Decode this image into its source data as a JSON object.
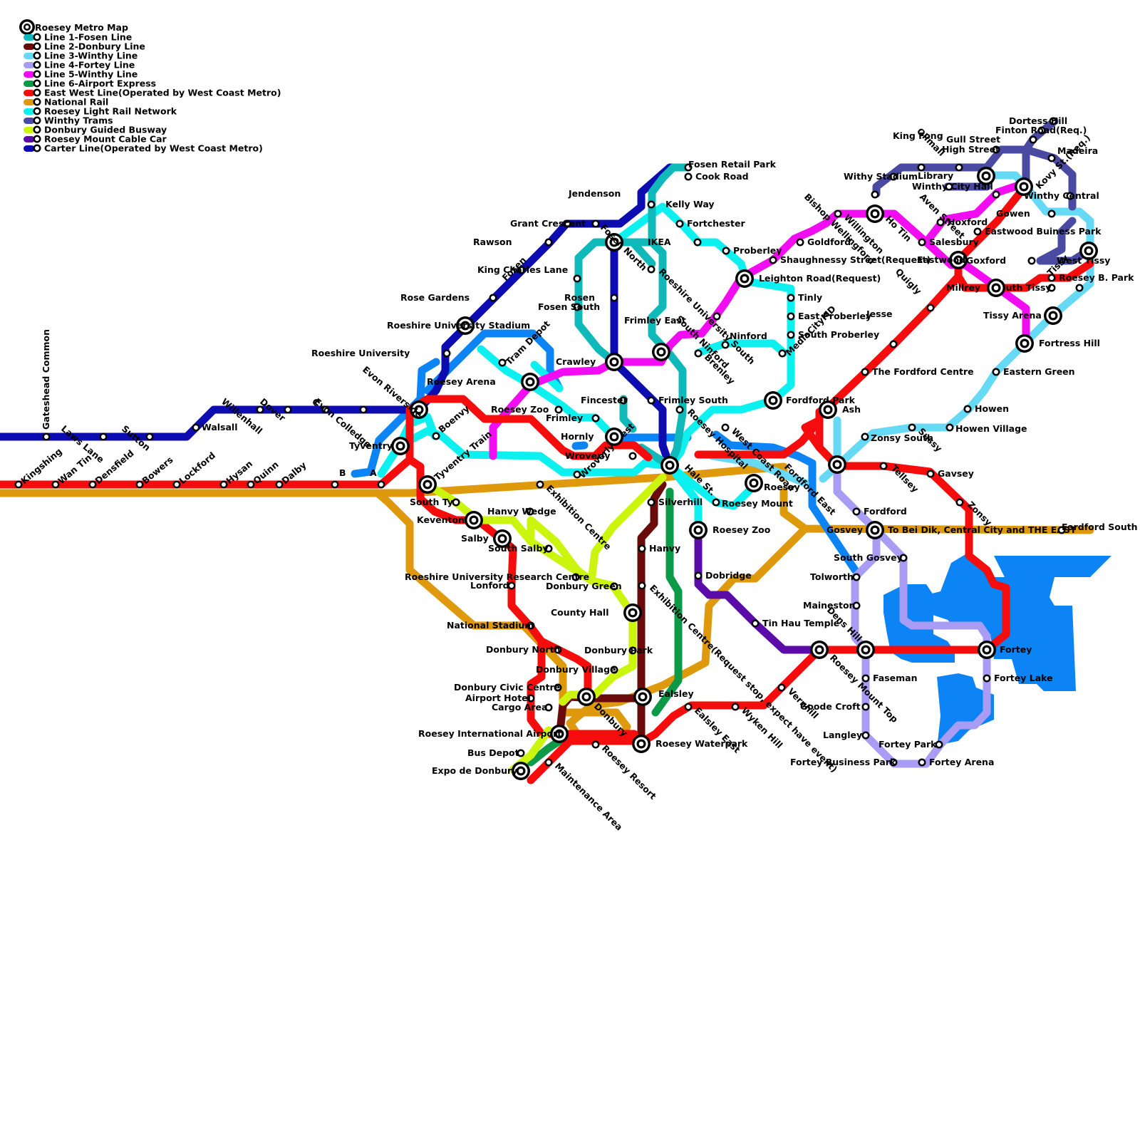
{
  "map": {
    "title": "Roesey Metro Map",
    "legend": [
      {
        "name": "Line 1-Fosen Line",
        "color": "#10b9b9"
      },
      {
        "name": "Line 2-Donbury Line",
        "color": "#6b0a0a"
      },
      {
        "name": "Line 3-Winthy Line",
        "color": "#66d9f5"
      },
      {
        "name": "Line 4-Fortey Line",
        "color": "#a99cf5"
      },
      {
        "name": "Line 5-Winthy Line",
        "color": "#f20cf2"
      },
      {
        "name": "Line 6-Airport Express",
        "color": "#0c9a48"
      },
      {
        "name": "East West Line(Operated by West Coast Metro)",
        "color": "#f50c0c"
      },
      {
        "name": "National Rail",
        "color": "#de9a0c"
      },
      {
        "name": "Roesey Light Rail Network",
        "color": "#0cf0f0"
      },
      {
        "name": "Winthy Trams",
        "color": "#4a4aa2"
      },
      {
        "name": "Donbury Guided Busway",
        "color": "#cbf50c"
      },
      {
        "name": "Roesey Mount Cable Car",
        "color": "#5b0ca8"
      },
      {
        "name": "Carter Line(Operated by West Coast Metro)",
        "color": "#0c0cb0"
      }
    ],
    "extra_line_color": "#0c84f5",
    "lake_color": "#0c84f5",
    "stations": [
      {
        "name": "Gateshead Common",
        "rot": -90
      },
      {
        "name": "Laws Lane",
        "rot": 40
      },
      {
        "name": "Sutton",
        "rot": 40
      },
      {
        "name": "Walsall",
        "rot": 0
      },
      {
        "name": "Willenhall",
        "rot": 40
      },
      {
        "name": "Dover",
        "rot": 40
      },
      {
        "name": "C",
        "rot": 40
      },
      {
        "name": "Evon Colledge",
        "rot": 40
      },
      {
        "name": "Evon Riverside",
        "rot": 40
      },
      {
        "name": "Kingshing",
        "rot": -40
      },
      {
        "name": "Wan Tin",
        "rot": -40
      },
      {
        "name": "Densfield",
        "rot": -40
      },
      {
        "name": "Bowers",
        "rot": -40
      },
      {
        "name": "Lockford",
        "rot": -40
      },
      {
        "name": "Hysan",
        "rot": -40
      },
      {
        "name": "Quinn",
        "rot": -40
      },
      {
        "name": "Dalby",
        "rot": -40
      },
      {
        "name": "B",
        "rot": 0
      },
      {
        "name": "A",
        "rot": 0
      },
      {
        "name": "Tyventry",
        "rot": 0
      },
      {
        "name": "Boenvy",
        "rot": -40
      },
      {
        "name": "Tyventry Train",
        "rot": -40
      },
      {
        "name": "South Ty",
        "rot": 0
      },
      {
        "name": "Keventon",
        "rot": 0
      },
      {
        "name": "Salby",
        "rot": 0
      },
      {
        "name": "South Salby",
        "rot": 0
      },
      {
        "name": "Roeshire University Research Centre",
        "rot": 0
      },
      {
        "name": "Lonford",
        "rot": 0
      },
      {
        "name": "National Stadium",
        "rot": 0
      },
      {
        "name": "Donbury North",
        "rot": 0
      },
      {
        "name": "Donbury Park",
        "rot": 0
      },
      {
        "name": "Donbury Village",
        "rot": 0
      },
      {
        "name": "Donbury Civic Centre",
        "rot": 0
      },
      {
        "name": "Airport Hotel",
        "rot": 0
      },
      {
        "name": "Cargo Area",
        "rot": 0
      },
      {
        "name": "Roesey International Airport",
        "rot": 0
      },
      {
        "name": "Bus Depot",
        "rot": 0
      },
      {
        "name": "Expo de Donbury",
        "rot": 0
      },
      {
        "name": "Maintenance Area",
        "rot": 45
      },
      {
        "name": "Roesey Resort",
        "rot": 45
      },
      {
        "name": "Donbury",
        "rot": 45
      },
      {
        "name": "Ealsley",
        "rot": 0
      },
      {
        "name": "Roesey Waterpark",
        "rot": 0
      },
      {
        "name": "Ealsley East",
        "rot": 45
      },
      {
        "name": "Wyken Hill",
        "rot": 45
      },
      {
        "name": "Vernhill",
        "rot": 45
      },
      {
        "name": "Roesey Mount Top",
        "rot": 45
      },
      {
        "name": "Dens Hill",
        "rot": 45
      },
      {
        "name": "Faseman",
        "rot": 0
      },
      {
        "name": "Goode Croft",
        "rot": 0
      },
      {
        "name": "Langley",
        "rot": 0
      },
      {
        "name": "Fortey Park",
        "rot": 0
      },
      {
        "name": "Fortey Business Park",
        "rot": 0
      },
      {
        "name": "Fortey Arena",
        "rot": 0
      },
      {
        "name": "Fortey",
        "rot": 0
      },
      {
        "name": "Fortey Lake",
        "rot": 0
      },
      {
        "name": "Tin Hau Temple",
        "rot": 0
      },
      {
        "name": "Maineston",
        "rot": 0
      },
      {
        "name": "Tolworth",
        "rot": 0
      },
      {
        "name": "South Gosvey",
        "rot": 0
      },
      {
        "name": "Gosvey",
        "rot": 0
      },
      {
        "name": "To Bei Dik, Central City and THE EAST",
        "rot": 0
      },
      {
        "name": "Fordford South",
        "rot": 0
      },
      {
        "name": "Fordford",
        "rot": 0
      },
      {
        "name": "Fordford East",
        "rot": 45
      },
      {
        "name": "Tellsey",
        "rot": 45
      },
      {
        "name": "Zonsy South",
        "rot": 0
      },
      {
        "name": "Gavsey",
        "rot": 0
      },
      {
        "name": "Zonsy",
        "rot": 45
      },
      {
        "name": "Sussy",
        "rot": 45
      },
      {
        "name": "Howen Village",
        "rot": 0
      },
      {
        "name": "Howen",
        "rot": 0
      },
      {
        "name": "Eastern Green",
        "rot": 0
      },
      {
        "name": "Fortress Hill",
        "rot": 0
      },
      {
        "name": "Tissy Arena",
        "rot": 0
      },
      {
        "name": "South Tissy",
        "rot": 0
      },
      {
        "name": "Tissy",
        "rot": -45
      },
      {
        "name": "West Tissy",
        "rot": 0
      },
      {
        "name": "Roesey B. Park",
        "rot": 0
      },
      {
        "name": "Goxford",
        "rot": 0
      },
      {
        "name": "Millrey",
        "rot": 0
      },
      {
        "name": "Eastwood",
        "rot": 0
      },
      {
        "name": "Eastwood Buiness Park",
        "rot": 0
      },
      {
        "name": "Hoxford",
        "rot": 0
      },
      {
        "name": "Salesbury",
        "rot": 0
      },
      {
        "name": "Gowen",
        "rot": 0
      },
      {
        "name": "Winthy Central",
        "rot": 0
      },
      {
        "name": "Kovy St.(Req.)",
        "rot": -45
      },
      {
        "name": "Madeira",
        "rot": 0
      },
      {
        "name": "Dortess Hill",
        "rot": 0
      },
      {
        "name": "Finton Road(Req.)",
        "rot": 0
      },
      {
        "name": "Gull Street",
        "rot": 0
      },
      {
        "name": "High Street",
        "rot": 0
      },
      {
        "name": "Library",
        "rot": 0
      },
      {
        "name": "Winthy City Hall",
        "rot": 0
      },
      {
        "name": "Aven Street",
        "rot": 45
      },
      {
        "name": "Olimall",
        "rot": 45
      },
      {
        "name": "King Fong",
        "rot": 0
      },
      {
        "name": "Withy Stadium",
        "rot": 0
      },
      {
        "name": "Bishop Wellingford",
        "rot": 45
      },
      {
        "name": "Ho Tin",
        "rot": 45
      },
      {
        "name": "Willington",
        "rot": 45
      },
      {
        "name": "Quigly",
        "rot": 45
      },
      {
        "name": "Jesse",
        "rot": 0
      },
      {
        "name": "The Fordford Centre",
        "rot": 0
      },
      {
        "name": "Fordford Park",
        "rot": 0
      },
      {
        "name": "Ash",
        "rot": 0
      },
      {
        "name": "Goldford",
        "rot": 0
      },
      {
        "name": "Shaughnessy Street(Request)",
        "rot": 0
      },
      {
        "name": "Proberley",
        "rot": 0
      },
      {
        "name": "Leighton Road(Request)",
        "rot": 0
      },
      {
        "name": "Tinly",
        "rot": 0
      },
      {
        "name": "East Proberley",
        "rot": 0
      },
      {
        "name": "South Proberley",
        "rot": 0
      },
      {
        "name": "MediaCityMD",
        "rot": -45
      },
      {
        "name": "Ninford",
        "rot": 0
      },
      {
        "name": "South Ninford",
        "rot": 45
      },
      {
        "name": "Brenley",
        "rot": 45
      },
      {
        "name": "Frimley East",
        "rot": 0
      },
      {
        "name": "Frimley South",
        "rot": 0
      },
      {
        "name": "Roesey Hospital",
        "rot": 45
      },
      {
        "name": "West Coast Road",
        "rot": 45
      },
      {
        "name": "Roesey",
        "rot": 0
      },
      {
        "name": "Hale St.",
        "rot": 45
      },
      {
        "name": "Roesey Mount",
        "rot": 0
      },
      {
        "name": "Roesey Zoo",
        "rot": 0
      },
      {
        "name": "Dobridge",
        "rot": 0
      },
      {
        "name": "Silverhill",
        "rot": 0
      },
      {
        "name": "Hanvy",
        "rot": 0
      },
      {
        "name": "Exhibition Centre(Request stop, expect have event)",
        "rot": 45
      },
      {
        "name": "Exhibition Centre",
        "rot": 45
      },
      {
        "name": "Wroverly West",
        "rot": -45
      },
      {
        "name": "Hanvy Wedge",
        "rot": 0
      },
      {
        "name": "Donbury Green",
        "rot": 0
      },
      {
        "name": "County Hall",
        "rot": 0
      },
      {
        "name": "Wroverly",
        "rot": 0
      },
      {
        "name": "Hornly",
        "rot": 0
      },
      {
        "name": "Frimley",
        "rot": 0
      },
      {
        "name": "Fincester",
        "rot": 0
      },
      {
        "name": "Crawley",
        "rot": 0
      },
      {
        "name": "Rosen",
        "rot": 0
      },
      {
        "name": "Fosen South",
        "rot": 0
      },
      {
        "name": "Fosen",
        "rot": -45
      },
      {
        "name": "Fosen North",
        "rot": 45
      },
      {
        "name": "Jendenson",
        "rot": 0
      },
      {
        "name": "Grant Crescent",
        "rot": 0
      },
      {
        "name": "Rawson",
        "rot": 0
      },
      {
        "name": "King Charles Lane",
        "rot": 0
      },
      {
        "name": "Rose Gardens",
        "rot": 0
      },
      {
        "name": "Roeshire University Stadium",
        "rot": 0
      },
      {
        "name": "Roeshire University",
        "rot": 0
      },
      {
        "name": "Roesey Arena",
        "rot": 0
      },
      {
        "name": "Roesey Zoo",
        "rot": 0
      },
      {
        "name": "Fosen Retail Park",
        "rot": 0
      },
      {
        "name": "Cook Road",
        "rot": 0
      },
      {
        "name": "Kelly Way",
        "rot": 0
      },
      {
        "name": "Fortchester",
        "rot": 0
      },
      {
        "name": "IKEA",
        "rot": 0
      },
      {
        "name": "Roeshire University South",
        "rot": 45
      },
      {
        "name": "Tram Depot",
        "rot": -45
      }
    ]
  }
}
